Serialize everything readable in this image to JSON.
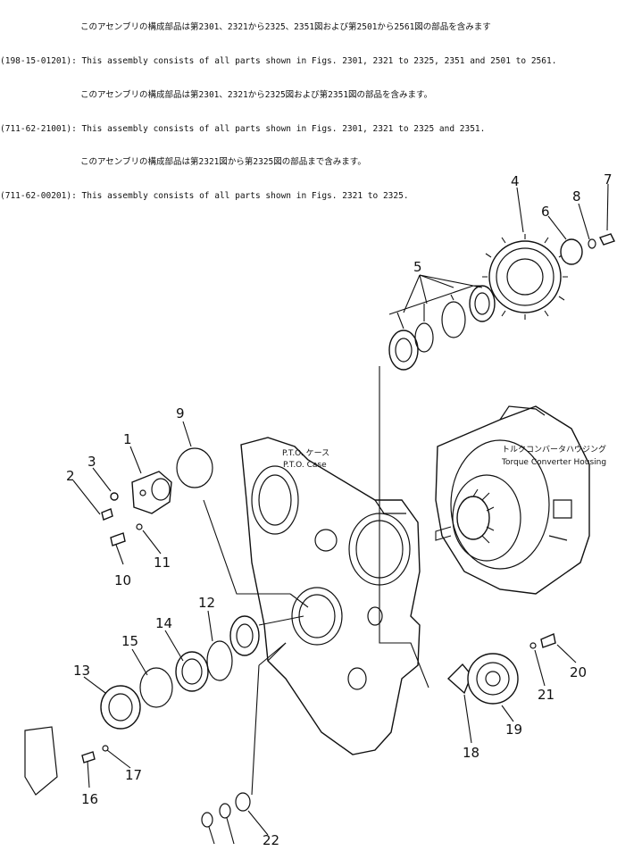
{
  "header": {
    "lines": [
      {
        "code": "",
        "text": "このアセンブリの構成部品は第2301、2321から2325、2351図および第2501から2561図の部品を含みます"
      },
      {
        "code": "(198-15-01201)",
        "text": ": This assembly consists of all parts shown in Figs. 2301, 2321 to 2325, 2351 and 2501 to 2561."
      },
      {
        "code": "",
        "text": "このアセンブリの構成部品は第2301、2321から2325図および第2351図の部品を含みます。"
      },
      {
        "code": "(711-62-21001)",
        "text": ": This assembly consists of all parts shown in Figs. 2301, 2321 to 2325 and 2351."
      },
      {
        "code": "",
        "text": "このアセンブリの構成部品は第2321図から第2325図の部品まで含みます。"
      },
      {
        "code": "(711-62-00201)",
        "text": ": This assembly consists of all parts shown in Figs. 2321 to 2325."
      }
    ]
  },
  "labels": {
    "pto_case_jp": "P.T.O. ケース",
    "pto_case_en": "P.T.O. Case",
    "tc_housing_jp": "トルクコンバータハウジング",
    "tc_housing_en": "Torque Converter Housing"
  },
  "callouts": [
    "1",
    "2",
    "3",
    "4",
    "5",
    "6",
    "7",
    "8",
    "9",
    "10",
    "11",
    "12",
    "13",
    "14",
    "15",
    "16",
    "17",
    "18",
    "19",
    "20",
    "21",
    "22"
  ]
}
